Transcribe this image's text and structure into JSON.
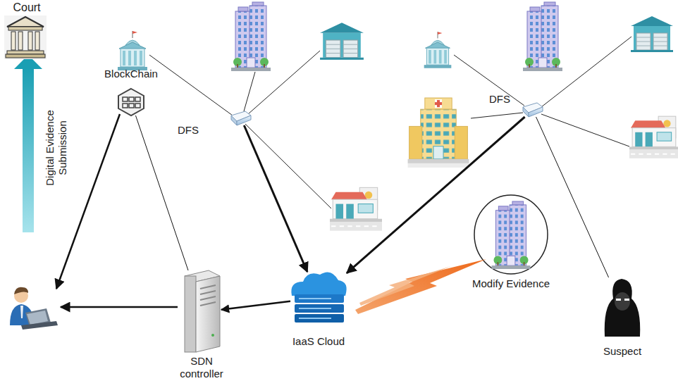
{
  "diagram": {
    "nodes": [
      {
        "text": [
          "Court"
        ]
      },
      {
        "text": [
          "DFS"
        ]
      },
      {
        "text": [
          "DFS"
        ]
      },
      {
        "text": [
          "BlockChain"
        ]
      },
      {
        "text": [
          "Modify Evidence"
        ]
      },
      {
        "text": [
          "IaaS Cloud"
        ]
      },
      {
        "text": [
          "SDN controller"
        ]
      },
      {
        "text": [
          "Suspect"
        ]
      }
    ],
    "edges": [
      {
        "from": 1,
        "to": 5,
        "arrow": "to"
      },
      {
        "from": 2,
        "to": 5,
        "arrow": "to"
      },
      {
        "from": 5,
        "to": 6,
        "arrow": "to"
      },
      {
        "from": 3,
        "to": 6,
        "arrow": "none"
      },
      {
        "from": 2,
        "to": 7,
        "arrow": "none"
      }
    ],
    "labels": [
      "Digital Evidence Submission"
    ]
  }
}
